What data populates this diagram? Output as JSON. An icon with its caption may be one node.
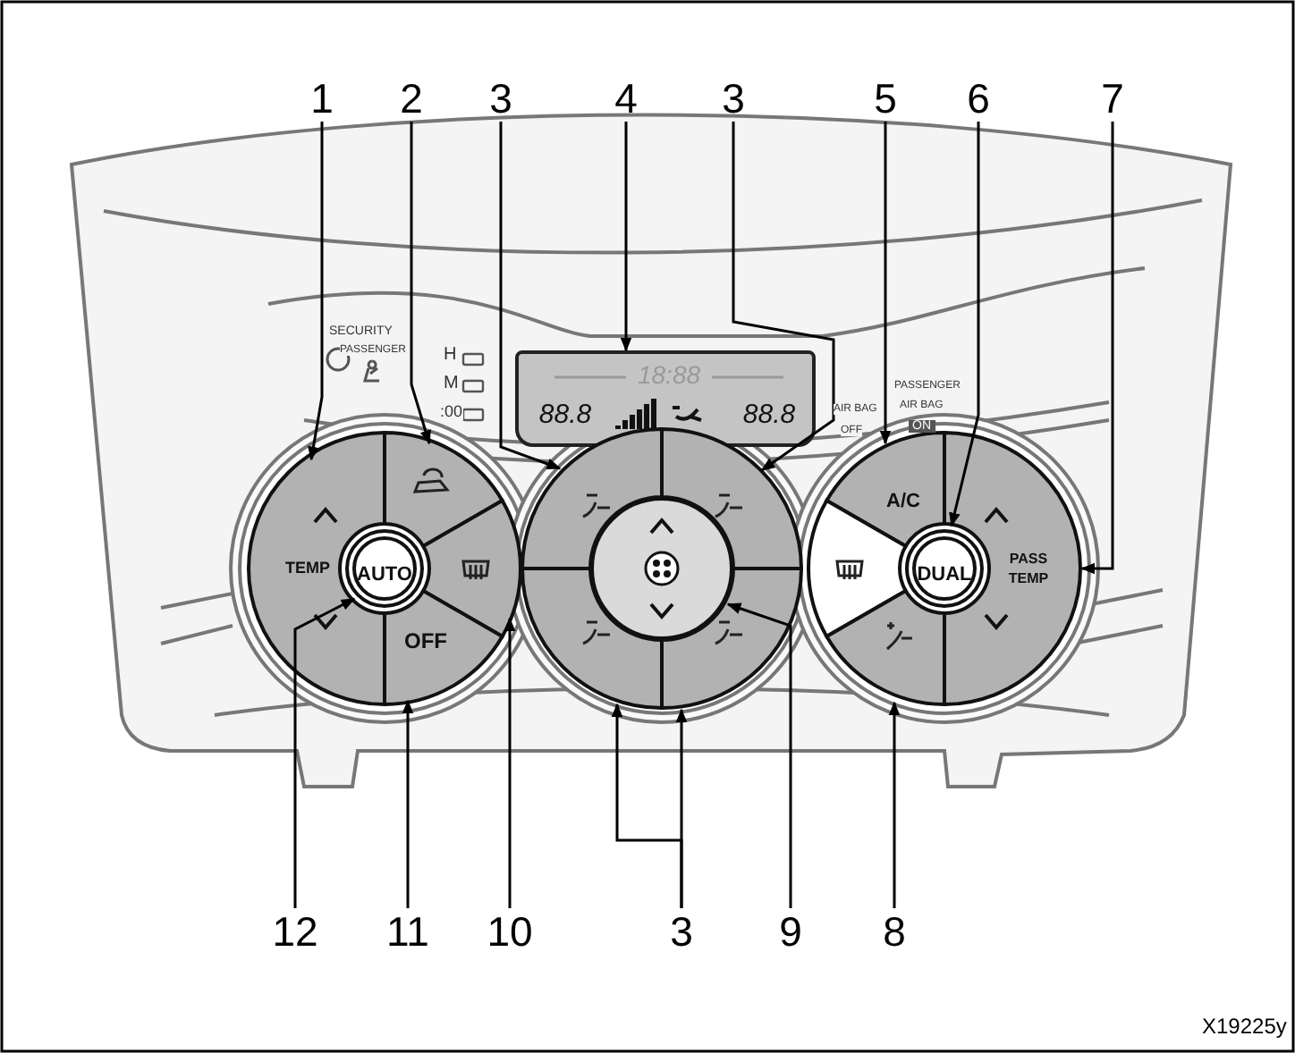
{
  "diagram": {
    "nodes": [
      {
        "text": [
          "1"
        ]
      },
      {
        "text": [
          "2"
        ]
      },
      {
        "text": [
          "3"
        ]
      },
      {
        "text": [
          "4"
        ]
      },
      {
        "text": [
          "3"
        ]
      },
      {
        "text": [
          "5"
        ]
      },
      {
        "text": [
          "6"
        ]
      },
      {
        "text": [
          "7"
        ]
      },
      {
        "text": [
          "18:88",
          "88.8",
          "88.8"
        ]
      },
      {
        "text": [
          "TEMP"
        ]
      },
      {
        "text": [],
        "shape": "button"
      },
      {
        "text": [
          "AUTO"
        ]
      },
      {
        "text": [],
        "shape": "button"
      },
      {
        "text": [
          "OFF"
        ]
      },
      {
        "text": [],
        "shape": "button"
      },
      {
        "text": [],
        "shape": "button"
      },
      {
        "text": [],
        "shape": "button"
      },
      {
        "text": [],
        "shape": "button"
      },
      {
        "text": [],
        "shape": "button"
      },
      {
        "text": [
          "A/C"
        ]
      },
      {
        "text": [
          "DUAL"
        ]
      },
      {
        "text": [
          "PASS TEMP"
        ]
      },
      {
        "text": [],
        "shape": "button"
      },
      {
        "text": [],
        "shape": "button"
      },
      {
        "text": [
          "12"
        ]
      },
      {
        "text": [
          "11"
        ]
      },
      {
        "text": [
          "10"
        ]
      },
      {
        "text": [
          "3"
        ]
      },
      {
        "text": [
          "9"
        ]
      },
      {
        "text": [
          "8"
        ]
      }
    ],
    "edges": [
      {
        "from": 0,
        "to": 9,
        "arrow": "to"
      },
      {
        "from": 1,
        "to": 10,
        "arrow": "to"
      },
      {
        "from": 2,
        "to": 14,
        "arrow": "to"
      },
      {
        "from": 3,
        "to": 8,
        "arrow": "to"
      },
      {
        "from": 4,
        "to": 15,
        "arrow": "to"
      },
      {
        "from": 5,
        "to": 19,
        "arrow": "to"
      },
      {
        "from": 6,
        "to": 20,
        "arrow": "to"
      },
      {
        "from": 7,
        "to": 21,
        "arrow": "to"
      },
      {
        "from": 24,
        "to": 11,
        "arrow": "to"
      },
      {
        "from": 25,
        "to": 13,
        "arrow": "to"
      },
      {
        "from": 26,
        "to": 12,
        "arrow": "to"
      },
      {
        "from": 27,
        "to": 17,
        "arrow": "to"
      },
      {
        "from": 27,
        "to": 18,
        "arrow": "to"
      },
      {
        "from": 28,
        "to": 16,
        "arrow": "to"
      },
      {
        "from": 29,
        "to": 23,
        "arrow": "to"
      }
    ],
    "labels": [
      "SECURITY",
      "PASSENGER",
      "H",
      "M",
      ":00",
      "PASSENGER",
      "AIR BAG",
      "OFF",
      "AIR BAG",
      "ON",
      "X19225y"
    ]
  }
}
